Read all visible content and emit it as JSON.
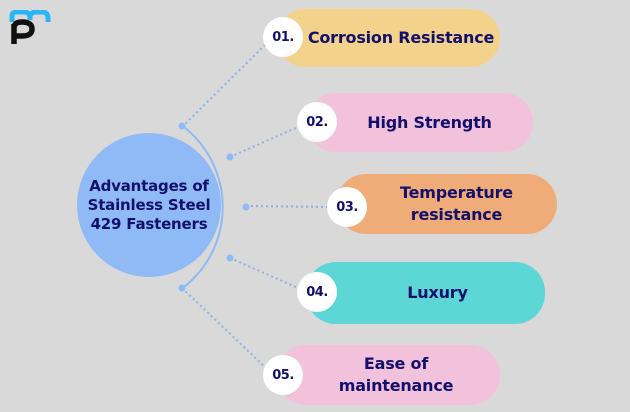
{
  "logo": {
    "name": "brand-logo",
    "colors": {
      "arc": "#29b6f6",
      "stem": "#111111"
    }
  },
  "hub": {
    "lines": [
      "Advantages of",
      "Stainless Steel",
      "429 Fasteners"
    ],
    "color": "#8fbaf6"
  },
  "items": [
    {
      "number": "01.",
      "lines": [
        "Corrosion Resistance"
      ],
      "color": "#f3d28b"
    },
    {
      "number": "02.",
      "lines": [
        "High Strength"
      ],
      "color": "#f2c2dd"
    },
    {
      "number": "03.",
      "lines": [
        "Temperature",
        "resistance"
      ],
      "color": "#f0ac78"
    },
    {
      "number": "04.",
      "lines": [
        "Luxury"
      ],
      "color": "#5dd6d6"
    },
    {
      "number": "05.",
      "lines": [
        "Ease of",
        "maintenance"
      ],
      "color": "#f2c2dd"
    }
  ],
  "colors": {
    "background": "#d9d9d9",
    "text": "#13106b",
    "connector": "#8fbaf6"
  }
}
